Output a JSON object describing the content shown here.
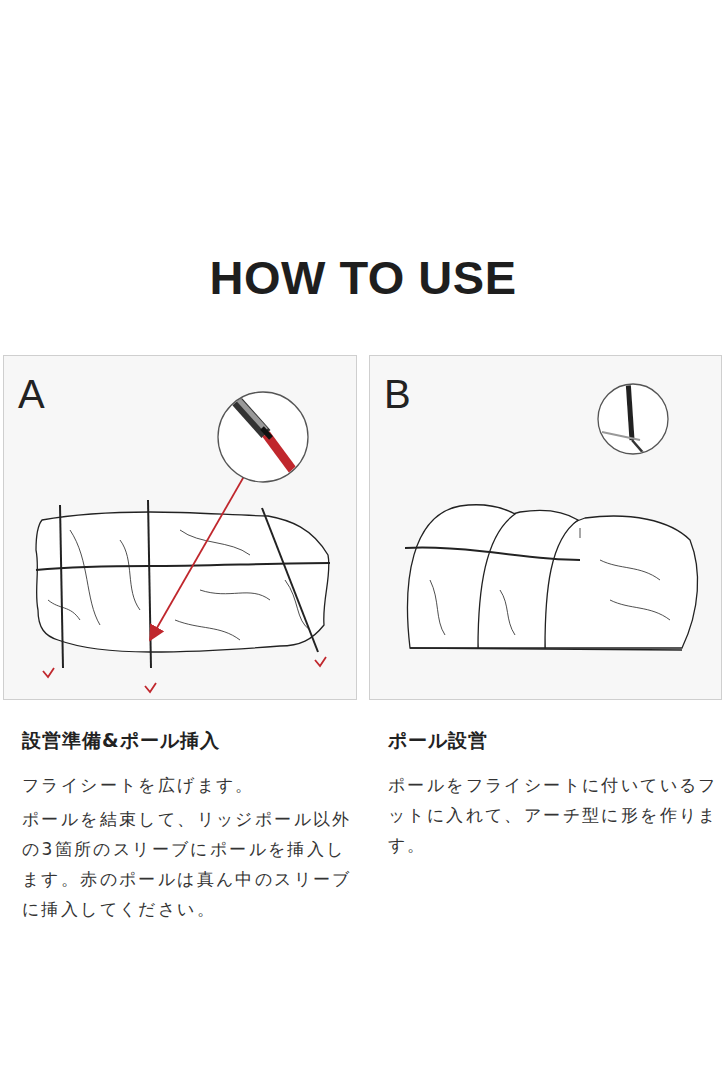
{
  "diagram": {
    "title": "HOW TO USE",
    "nodes": [
      {
        "text": [
          "A",
          "設営準備&ポール挿入",
          "フライシートを広げます。",
          "ポールを結束して、リッジポール以外の3箇所のスリーブにポールを挿入します。赤のポールは真ん中のスリーブに挿入してください。"
        ]
      },
      {
        "text": [
          "B",
          "ポール設営",
          "ポールをフライシートに付いているフットに入れて、アーチ型に形を作ります。"
        ]
      }
    ]
  }
}
